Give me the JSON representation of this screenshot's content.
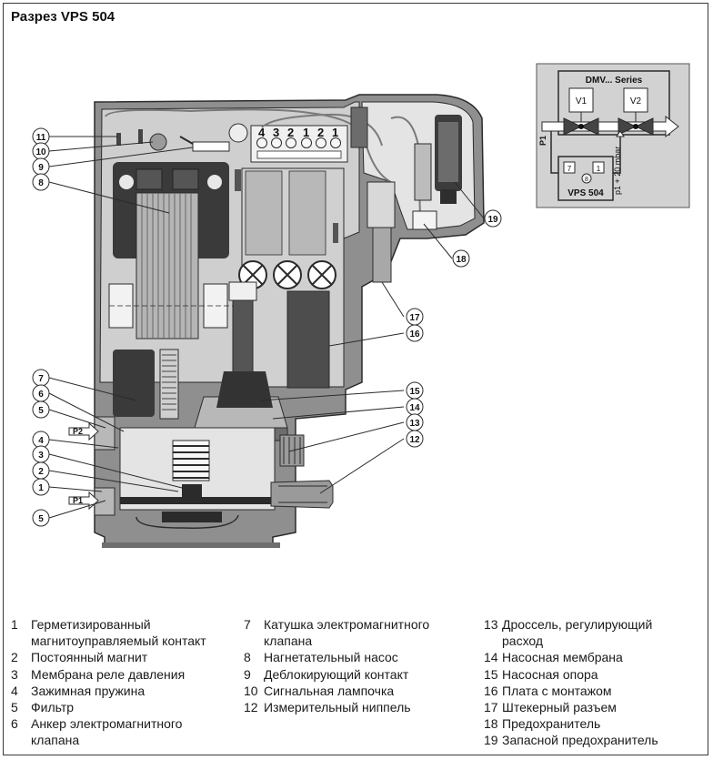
{
  "title": "Разрез VPS 504",
  "terminal_labels": [
    "4",
    "3",
    "2",
    "1",
    "2",
    "1"
  ],
  "callouts": [
    "11",
    "10",
    "9",
    "8",
    "7",
    "6",
    "5",
    "4",
    "3",
    "2",
    "1",
    "5",
    "19",
    "18",
    "17",
    "16",
    "15",
    "14",
    "13",
    "12"
  ],
  "pressure_labels": {
    "p2": "P2",
    "p1": "P1"
  },
  "schematic": {
    "series_title": "DMV... Series",
    "v1": "V1",
    "v2": "V2",
    "unit": "VPS 504",
    "p1_side": "P1",
    "p_setting": "p1 + 20 mbar",
    "small_7": "7",
    "small_8": "8",
    "small_1": "1"
  },
  "legend": {
    "col1": [
      {
        "num": "1",
        "lines": [
          "Герметизированный",
          "магнитоуправляемый контакт"
        ]
      },
      {
        "num": "2",
        "lines": [
          "Постоянный магнит"
        ]
      },
      {
        "num": "3",
        "lines": [
          "Мембрана реле давления"
        ]
      },
      {
        "num": "4",
        "lines": [
          "Зажимная пружина"
        ]
      },
      {
        "num": "5",
        "lines": [
          "Фильтр"
        ]
      },
      {
        "num": "6",
        "lines": [
          "Анкер электромагнитного",
          "клапана"
        ]
      }
    ],
    "col2": [
      {
        "num": "7",
        "lines": [
          "Катушка электромагнитного",
          "клапана"
        ]
      },
      {
        "num": "8",
        "lines": [
          "Нагнетательный насос"
        ]
      },
      {
        "num": "9",
        "lines": [
          "Деблокирующий контакт"
        ]
      },
      {
        "num": "10",
        "lines": [
          "Сигнальная лампочка"
        ]
      },
      {
        "num": "12",
        "lines": [
          "Измерительный ниппель"
        ]
      }
    ],
    "col3": [
      {
        "num": "13",
        "lines": [
          "Дроссель, регулирующий",
          "расход"
        ]
      },
      {
        "num": "14",
        "lines": [
          "Насосная мембрана"
        ]
      },
      {
        "num": "15",
        "lines": [
          "Насосная опора"
        ]
      },
      {
        "num": "16",
        "lines": [
          "Плата с монтажом"
        ]
      },
      {
        "num": "17",
        "lines": [
          "Штекерный разъем"
        ]
      },
      {
        "num": "18",
        "lines": [
          "Предохранитель"
        ]
      },
      {
        "num": "19",
        "lines": [
          "Запасной предохранитель"
        ]
      }
    ]
  },
  "colors": {
    "housing": "#8f8f8f",
    "dark": "#2b2b2b",
    "mid": "#bdbdbd",
    "light": "#e6e6e6",
    "panel": "#d2d2d2"
  }
}
